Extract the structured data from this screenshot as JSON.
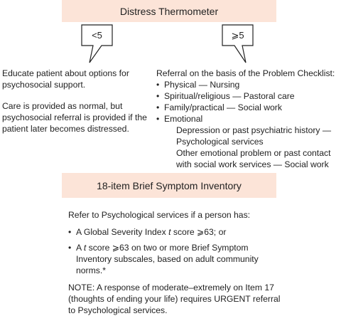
{
  "top_box": {
    "title": "Distress Thermometer"
  },
  "left_callout": {
    "label": "<5"
  },
  "right_callout": {
    "label": "⩾5"
  },
  "left_text": {
    "para1": "Educate patient about options for psychosocial support.",
    "para2": "Care is provided as normal, but psychosocial referral is provided if the patient later becomes distressed."
  },
  "right_text": {
    "heading": "Referral on the basis of the Problem Checklist:",
    "items": [
      "Physical — Nursing",
      "Spiritual/religious — Pastoral care",
      "Family/practical — Social work",
      "Emotional"
    ],
    "emotional_sub": [
      "Depression or past psychiatric history — Psychological services",
      "Other emotional problem or past contact with social work services — Social work"
    ]
  },
  "bsi_box": {
    "title": "18-item Brief Symptom Inventory"
  },
  "bsi_text": {
    "intro": "Refer to Psychological services if a person has:",
    "bullet1_pre": "A Global Severity Index ",
    "bullet1_t": "t",
    "bullet1_post": " score ⩾63; or",
    "bullet2_pre": "A ",
    "bullet2_t": "t",
    "bullet2_post": " score ⩾63 on two or more Brief Symptom Inventory subscales, based on adult community norms.*",
    "note": "NOTE: A response of moderate–extremely on Item 17 (thoughts of ending your life) requires URGENT referral to Psychological services."
  },
  "colors": {
    "box_fill": "#fce4d8",
    "callout_stroke": "#222222"
  }
}
